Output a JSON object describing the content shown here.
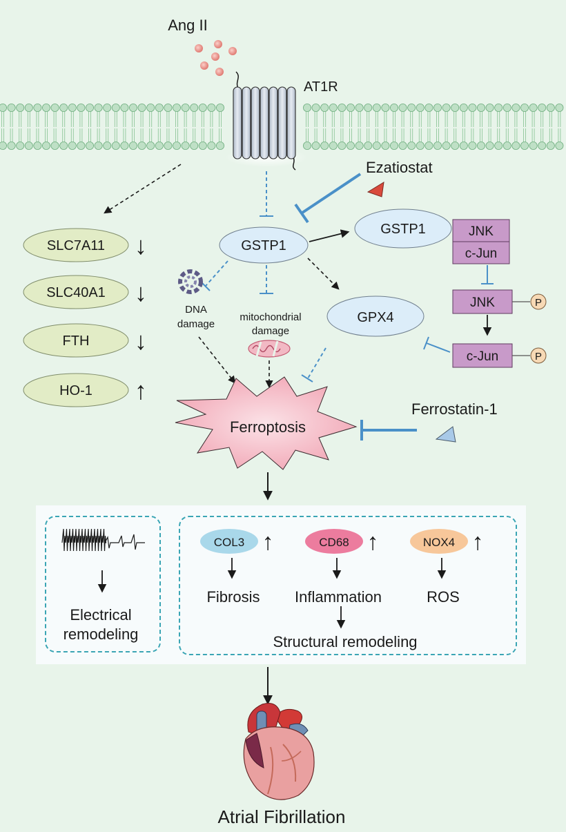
{
  "ligand": {
    "label": "Ang II",
    "particle_color": "#e8827c"
  },
  "receptor": {
    "label": "AT1R"
  },
  "inhibitors": [
    {
      "label": "Ezatiostat",
      "icon": "red-triangle-icon",
      "color": "#d94a3c"
    },
    {
      "label": "Ferrostatin-1",
      "icon": "blue-triangle-icon",
      "color": "#a8c9e8"
    }
  ],
  "nodes": {
    "gstp1_center": "GSTP1",
    "gstp1_complex": "GSTP1",
    "jnk_bound": "JNK",
    "cjun_bound": "c-Jun",
    "jnk_p": "JNK",
    "cjun_p": "c-Jun",
    "phospho": "P",
    "gpx4": "GPX4",
    "dna_damage": [
      "DNA",
      "damage"
    ],
    "mito_damage": [
      "mitochondrial",
      "damage"
    ],
    "ferroptosis": "Ferroptosis"
  },
  "side_markers": [
    {
      "label": "SLC7A11",
      "direction": "↓"
    },
    {
      "label": "SLC40A1",
      "direction": "↓"
    },
    {
      "label": "FTH",
      "direction": "↓"
    },
    {
      "label": "HO-1",
      "direction": "↑"
    }
  ],
  "remodeling": {
    "electrical": [
      "Electrical",
      "remodeling"
    ],
    "markers": [
      {
        "label": "COL3",
        "direction": "↑",
        "outcome": "Fibrosis",
        "color": "#a9d8ea"
      },
      {
        "label": "CD68",
        "direction": "↑",
        "outcome": "Inflammation",
        "color": "#ec7c9e"
      },
      {
        "label": "NOX4",
        "direction": "↑",
        "outcome": "ROS",
        "color": "#f7c79a"
      }
    ],
    "structural": "Structural remodeling"
  },
  "outcome": {
    "label": "Atrial Fibrillation"
  },
  "colors": {
    "background": "#e8f4ea",
    "membrane_head": "#bfe0c6",
    "receptor": "#c9d3e0",
    "node_blue": "#dcedf9",
    "node_green": "#e2ecc6",
    "box_purple": "#c89ac9",
    "inhibit_blue": "#4a90c8",
    "ferroptosis_fill": "#f3b4c0"
  }
}
